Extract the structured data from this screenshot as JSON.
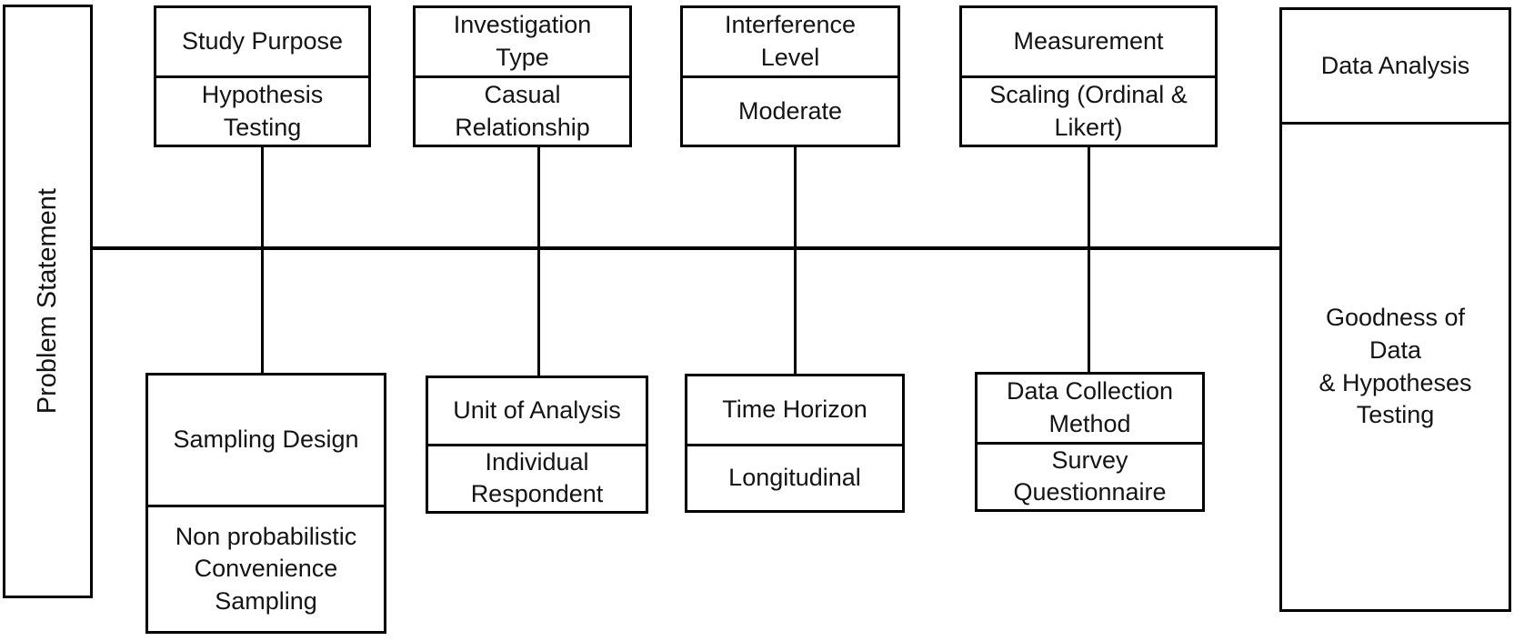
{
  "diagram": {
    "left_box": {
      "label": "Problem Statement"
    },
    "top_boxes": [
      {
        "title": "Study Purpose",
        "value": "Hypothesis\nTesting"
      },
      {
        "title": "Investigation\nType",
        "value": "Casual\nRelationship"
      },
      {
        "title": "Interference\nLevel",
        "value": "Moderate"
      },
      {
        "title": "Measurement",
        "value": "Scaling (Ordinal &\nLikert)"
      }
    ],
    "bottom_boxes": [
      {
        "title": "Sampling Design",
        "value": "Non probabilistic\nConvenience\nSampling"
      },
      {
        "title": "Unit of Analysis",
        "value": "Individual\nRespondent"
      },
      {
        "title": "Time Horizon",
        "value": "Longitudinal"
      },
      {
        "title": "Data Collection\nMethod",
        "value": "Survey\nQuestionnaire"
      }
    ],
    "right_box": {
      "title": "Data Analysis",
      "value": "Goodness of\nData\n& Hypotheses\nTesting"
    }
  },
  "colors": {
    "line": "#000000",
    "background": "#ffffff",
    "text": "#141414"
  }
}
